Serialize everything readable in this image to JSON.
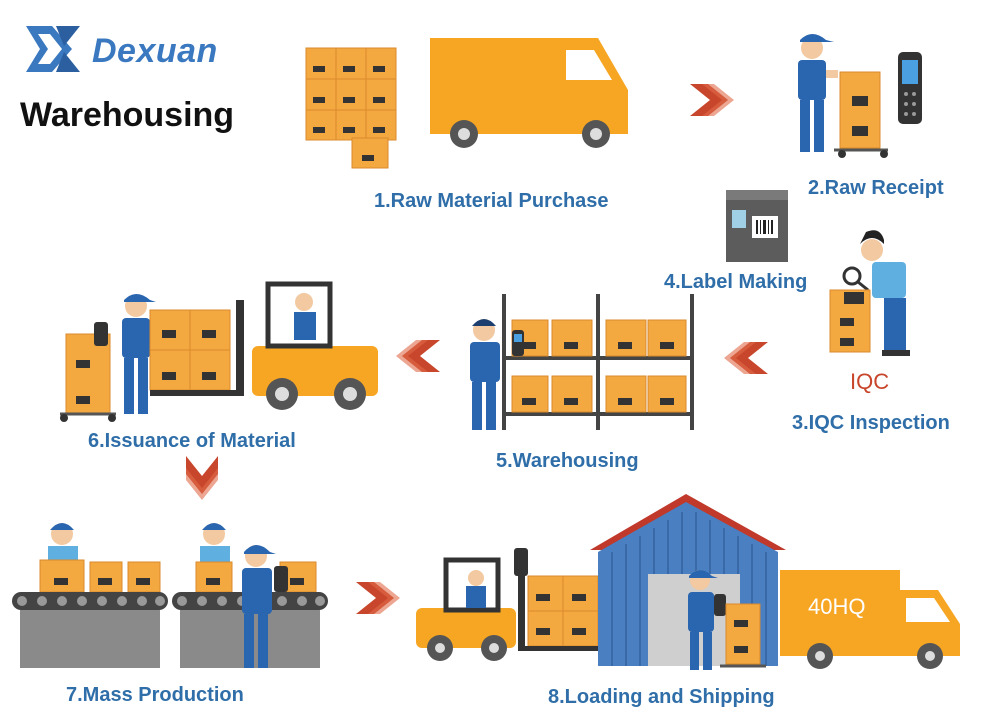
{
  "brand": {
    "name": "Dexuan",
    "logo": "dx-logo-icon",
    "color": "#3a78c0"
  },
  "title": "Warehousing",
  "colors": {
    "label_blue": "#2f6ea8",
    "box_orange": "#f3a840",
    "box_dark": "#d98a2b",
    "vehicle_orange": "#f6a623",
    "arrow_red": "#c8462b",
    "worker_blue": "#2a66b0",
    "warehouse_blue": "#4a7fc1",
    "roof_red": "#c0392b"
  },
  "steps": [
    {
      "label": "1.Raw Material Purchase",
      "icon": "truck-with-boxes-icon"
    },
    {
      "label": "2.Raw Receipt",
      "icon": "worker-handheld-scanner-icon"
    },
    {
      "label": "3.IQC Inspection",
      "icon": "inspector-magnifier-icon",
      "tag": "IQC"
    },
    {
      "label": "4.Label Making",
      "icon": "label-printer-icon"
    },
    {
      "label": "5.Warehousing",
      "icon": "shelving-worker-icon"
    },
    {
      "label": "6.Issuance of Material",
      "icon": "forklift-worker-icon"
    },
    {
      "label": "7.Mass Production",
      "icon": "production-conveyor-icon"
    },
    {
      "label": "8.Loading and Shipping",
      "icon": "warehouse-truck-icon",
      "truck_text": "40HQ"
    }
  ]
}
